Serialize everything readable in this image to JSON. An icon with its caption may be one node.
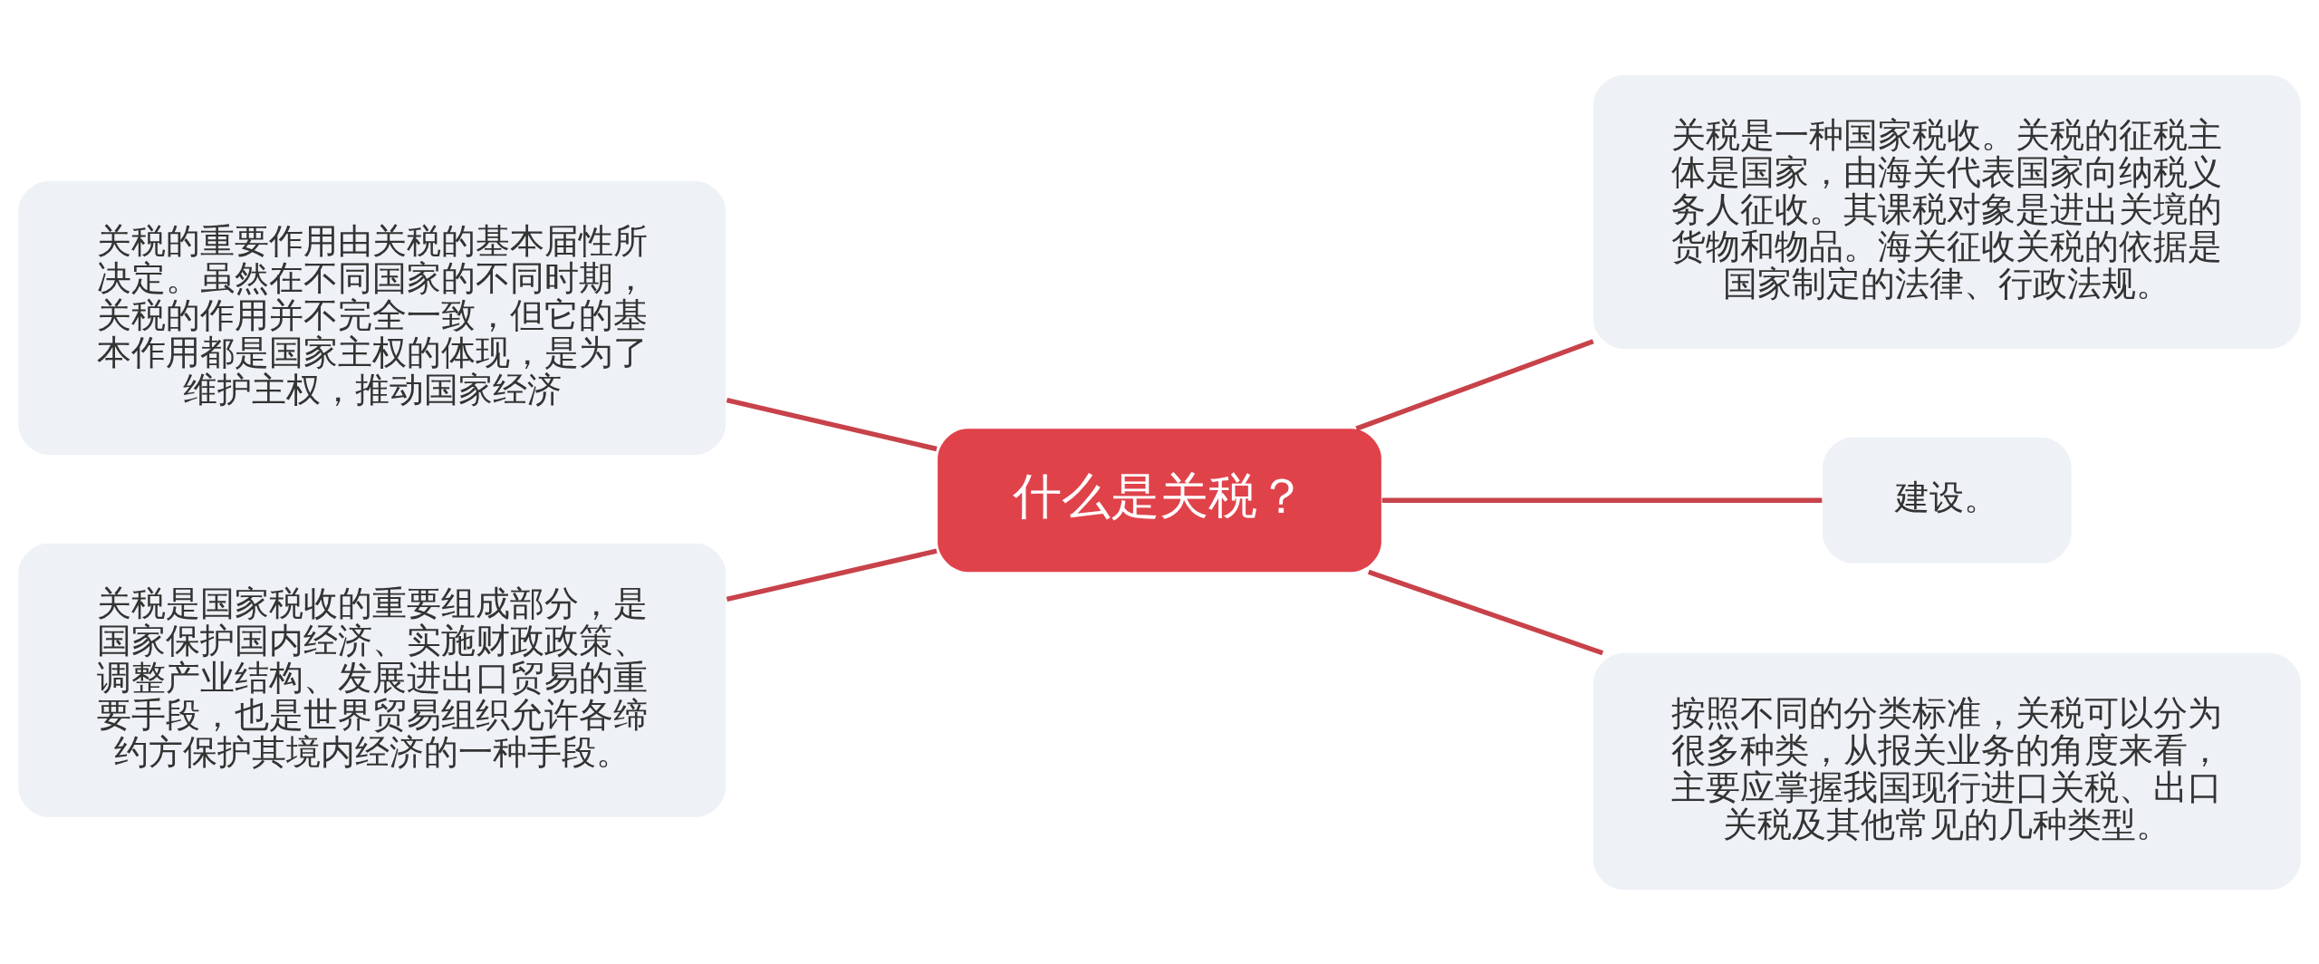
{
  "diagram": {
    "nodes": [
      {
        "text": [
          "什么是关税？"
        ]
      },
      {
        "text": [
          "关税是一种国家税收。关税的征税主体是国家，由海关代表国家向纳税义务人征收。其课税对象是进出关境的货物和物品。海关征收关税的依据是国家制定的法律、行政法规。"
        ]
      },
      {
        "text": [
          "建设。"
        ]
      },
      {
        "text": [
          "按照不同的分类标准，关税可以分为很多种类，从报关业务的角度来看，主要应掌握我国现行进口关税、出口关税及其他常见的几种类型。"
        ]
      },
      {
        "text": [
          "关税的重要作用由关税的基本届性所决定。虽然在不同国家的不同时期，关税的作用并不完全一致，但它的基本作用都是国家主权的体现，是为了维护主权，推动国家经济"
        ]
      },
      {
        "text": [
          "关税是国家税收的重要组成部分，是国家保护国内经济、实施财政政策、调整产业结构、发展进出口贸易的重要手段，也是世界贸易组织允许各缔约方保护其境内经济的一种手段。"
        ]
      }
    ],
    "edges": [
      {
        "from": 0,
        "to": 1,
        "arrow": "none"
      },
      {
        "from": 0,
        "to": 2,
        "arrow": "none"
      },
      {
        "from": 0,
        "to": 3,
        "arrow": "none"
      },
      {
        "from": 0,
        "to": 4,
        "arrow": "none"
      },
      {
        "from": 0,
        "to": 5,
        "arrow": "none"
      }
    ]
  }
}
